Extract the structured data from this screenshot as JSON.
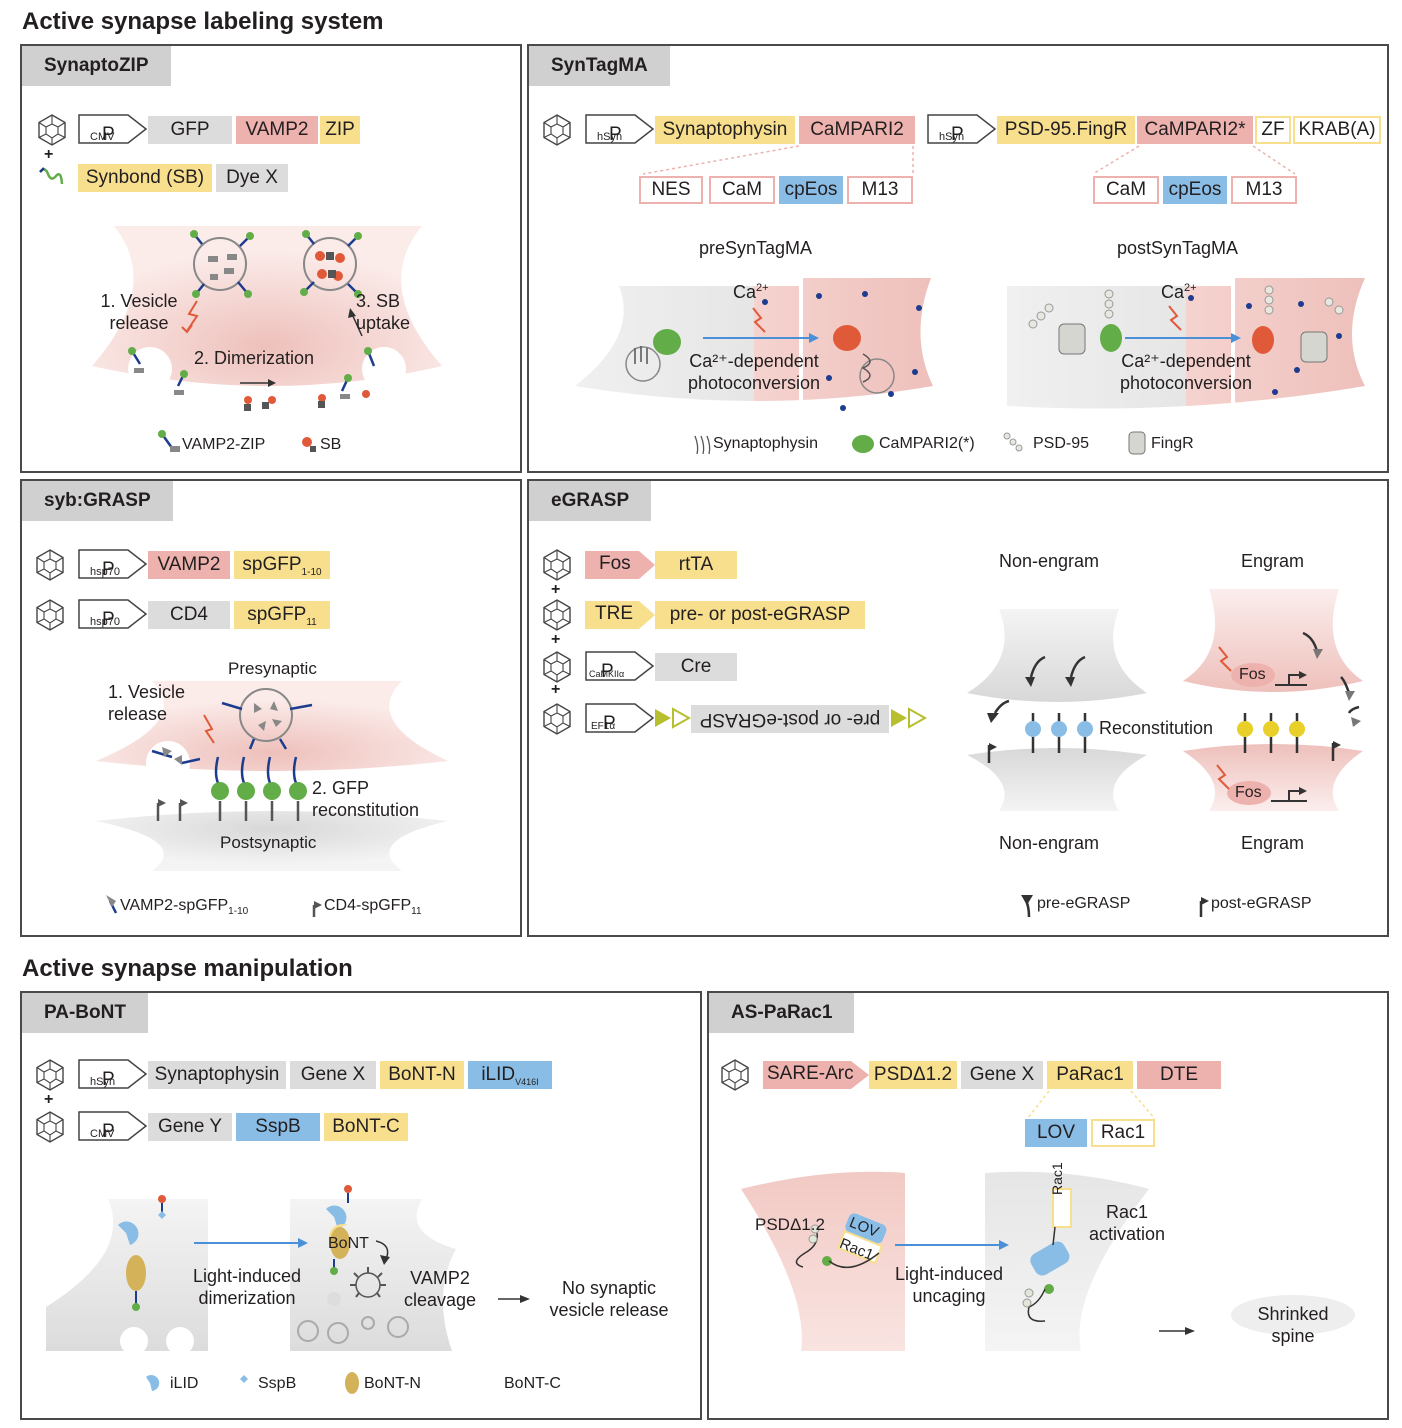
{
  "section_titles": {
    "labeling": "Active synapse labeling system",
    "manipulation": "Active synapse manipulation"
  },
  "colors": {
    "red": "#eeb2ae",
    "yellow": "#f7df8e",
    "blue": "#89bde6",
    "gray": "#dcdcdc",
    "green": "#62ad48",
    "arrow_blue": "#4a90d9",
    "flash": "#e05a3a"
  },
  "synaptozip": {
    "tab": "SynaptoZIP",
    "promoter": "P",
    "promoter_sub": "CMV",
    "construct": [
      "GFP",
      "VAMP2",
      "ZIP"
    ],
    "plus": "+",
    "probe": [
      "Synbond (SB)",
      "Dye X"
    ],
    "step1": "1. Vesicle\nrelease",
    "step2": "2. Dimerization",
    "step3": "3. SB\nuptake",
    "legend": [
      "VAMP2-ZIP",
      "SB"
    ]
  },
  "syntagma": {
    "tab": "SynTagMA",
    "pre_promoter": "P",
    "pre_promoter_sub": "hSyn",
    "pre_construct": [
      "Synaptophysin",
      "CaMPARI2"
    ],
    "pre_domains": [
      "NES",
      "CaM",
      "cpEos",
      "M13"
    ],
    "post_promoter": "P",
    "post_promoter_sub": "hSyn",
    "post_construct": [
      "PSD-95.FingR",
      "CaMPARI2*",
      "ZF",
      "KRAB(A)"
    ],
    "post_domains": [
      "CaM",
      "cpEos",
      "M13"
    ],
    "pre_title": "preSynTagMA",
    "post_title": "postSynTagMA",
    "ca": "Ca",
    "ca_sup": "2+",
    "photoconv": "Ca²⁺-dependent\nphotoconversion",
    "legend": [
      "Synaptophysin",
      "CaMPARI2(*)",
      "PSD-95",
      "FingR"
    ]
  },
  "sybgrasp": {
    "tab": "syb:GRASP",
    "promoter": "P",
    "promoter_sub": "hsp70",
    "construct1": [
      "VAMP2",
      "spGFP"
    ],
    "construct1_sub": "1-10",
    "construct2": [
      "CD4",
      "spGFP"
    ],
    "construct2_sub": "11",
    "presynaptic": "Presynaptic",
    "postsynaptic": "Postsynaptic",
    "step1": "1. Vesicle\nrelease",
    "step2": "2. GFP\nreconstitution",
    "legend1": "VAMP2-spGFP",
    "legend1_sub": "1-10",
    "legend2": "CD4-spGFP",
    "legend2_sub": "11"
  },
  "egrasp": {
    "tab": "eGRASP",
    "rows": [
      {
        "a": "Fos",
        "b": "rtTA"
      },
      {
        "a": "TRE",
        "b": "pre- or post-eGRASP"
      },
      {
        "a": "P",
        "a_sub": "CaMKIIα",
        "b": "Cre"
      },
      {
        "a": "P",
        "a_sub": "EF1α",
        "b": "pre- or post-eGRASP"
      }
    ],
    "plus": "+",
    "non_engram": "Non-engram",
    "engram": "Engram",
    "reconstitution": "Reconstitution",
    "fos": "Fos",
    "legend": [
      "pre-eGRASP",
      "post-eGRASP"
    ]
  },
  "pabont": {
    "tab": "PA-BoNT",
    "promoter1": "P",
    "promoter1_sub": "hSyn",
    "construct1": [
      "Synaptophysin",
      "Gene X",
      "BoNT-N",
      "iLID"
    ],
    "construct1_sub": "V416I",
    "plus": "+",
    "promoter2": "P",
    "promoter2_sub": "CMV",
    "construct2": [
      "Gene Y",
      "SspB",
      "BoNT-C"
    ],
    "bont_label": "BoNT",
    "light": "Light-induced\ndimerization",
    "cleave": "VAMP2\ncleavage",
    "result": "No synaptic\nvesicle release",
    "legend": [
      "iLID",
      "SspB",
      "BoNT-N",
      "BoNT-C"
    ]
  },
  "asparac1": {
    "tab": "AS-PaRac1",
    "construct": [
      "SARE-Arc",
      "PSDΔ1.2",
      "Gene X",
      "PaRac1",
      "DTE"
    ],
    "domains": [
      "LOV",
      "Rac1"
    ],
    "psd": "PSDΔ1.2",
    "lov": "LOV",
    "rac1": "Rac1",
    "uncage": "Light-induced\nuncaging",
    "activation": "Rac1\nactivation",
    "result": "Shrinked\nspine"
  }
}
